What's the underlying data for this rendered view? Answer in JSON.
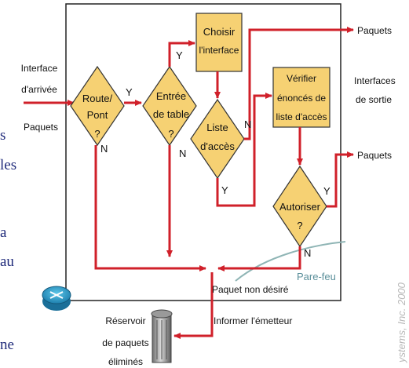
{
  "labels": {
    "input_interface": [
      "Interface",
      "d'arrivée"
    ],
    "packets_in": "Paquets",
    "route_bridge": [
      "Route/",
      "Pont",
      "?"
    ],
    "table_entry": [
      "Entrée",
      "de table",
      "?"
    ],
    "choose_interface": [
      "Choisir",
      "l'interface"
    ],
    "access_list": [
      "Liste",
      "d'accès"
    ],
    "verify_access_list": [
      "Vérifier",
      "énoncés de",
      "liste d'accès"
    ],
    "authorize": [
      "Autoriser",
      "?"
    ],
    "packets_out_top": "Paquets",
    "packets_out_mid": "Paquets",
    "output_interfaces": [
      "Interfaces",
      "de sortie"
    ],
    "yes": "Y",
    "no": "N",
    "firewall": "Pare-feu",
    "unwanted_packet": "Paquet non désiré",
    "notify_sender": "Informer l'émetteur",
    "discard_bin": [
      "Réservoir",
      "de paquets",
      "éliminés"
    ],
    "copyright": "ystems, Inc. 2000",
    "left_fragments": [
      "s",
      "les",
      "a",
      "au",
      "ne"
    ]
  },
  "colors": {
    "flow": "#d0202a",
    "box_fill": "#f6d173",
    "firewall_arc": "#8fb5b5",
    "firewall_text": "#5a8f9a",
    "left_text": "#1f2a7a"
  }
}
